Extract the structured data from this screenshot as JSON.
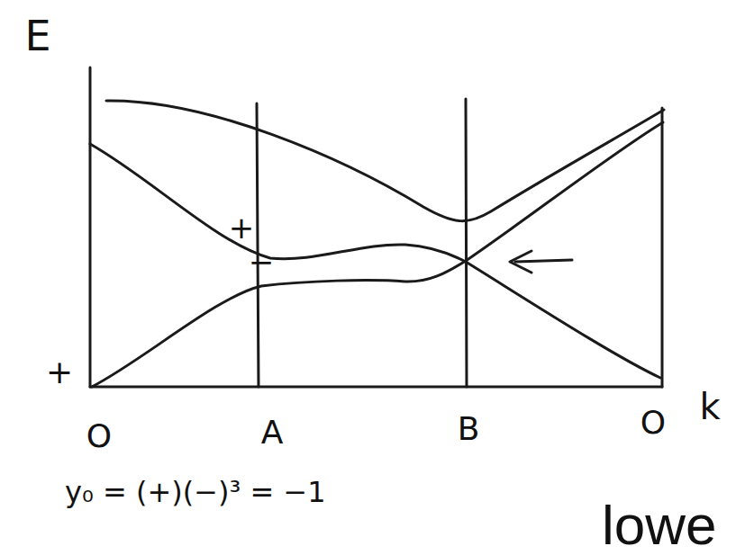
{
  "diagram": {
    "labels": [
      "E",
      "+",
      "−",
      "+",
      "O",
      "A",
      "B",
      "O",
      "k",
      "y₀ = (+)(−)³ = −1",
      "lowe"
    ]
  }
}
